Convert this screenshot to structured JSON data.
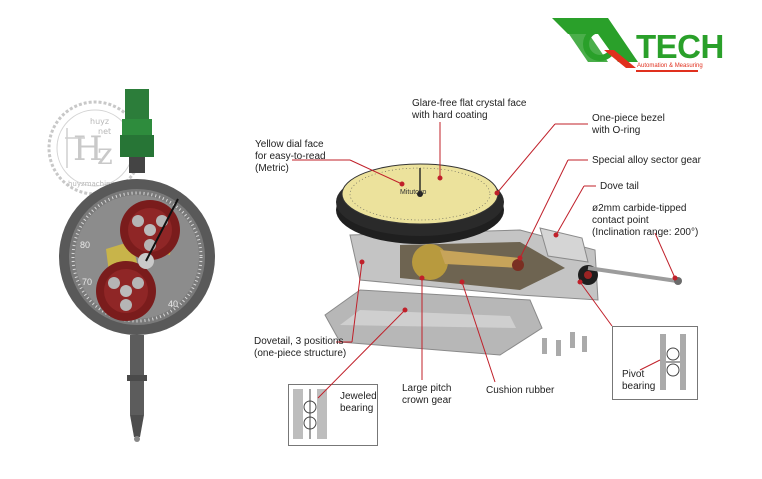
{
  "logo": {
    "word": "TECH",
    "tagline": "Automation & Measuring",
    "colors": {
      "green": "#2aa02a",
      "red": "#e0301e"
    }
  },
  "watermark": {
    "line1": "huyz",
    "line2": "net",
    "ring": "huyzmachine"
  },
  "left_indicator": {
    "dial_numbers": [
      "80",
      "70",
      "40"
    ],
    "colors": {
      "body": "#575757",
      "stem": "#2c7d3a",
      "gear": "#7a1c1c",
      "yellow_part": "#c8b44a"
    }
  },
  "callouts": {
    "crystal": [
      "Glare-free flat crystal face",
      "with hard coating"
    ],
    "bezel": [
      "One-piece bezel",
      "with O-ring"
    ],
    "sector_gear": "Special alloy sector gear",
    "dial_face": [
      "Yellow dial face",
      "for easy-to-read",
      "(Metric)"
    ],
    "dove_tail": "Dove tail",
    "contact_point": [
      "ø2mm carbide-tipped",
      "contact point",
      "(Inclination range: 200°)"
    ],
    "dovetail_positions": [
      "Dovetail, 3 positions",
      "(one-piece structure)"
    ],
    "jeweled_bearing": [
      "Jeweled",
      "bearing"
    ],
    "crown_gear": [
      "Large pitch",
      "crown gear"
    ],
    "cushion_rubber": "Cushion rubber",
    "pivot_bearing": [
      "Pivot",
      "bearing"
    ]
  },
  "dial_text": "Mitutoyo",
  "accent_colors": {
    "leader": "#c0202a",
    "dial_yellow": "#ece29c",
    "bezel": "#1f1f1f"
  }
}
